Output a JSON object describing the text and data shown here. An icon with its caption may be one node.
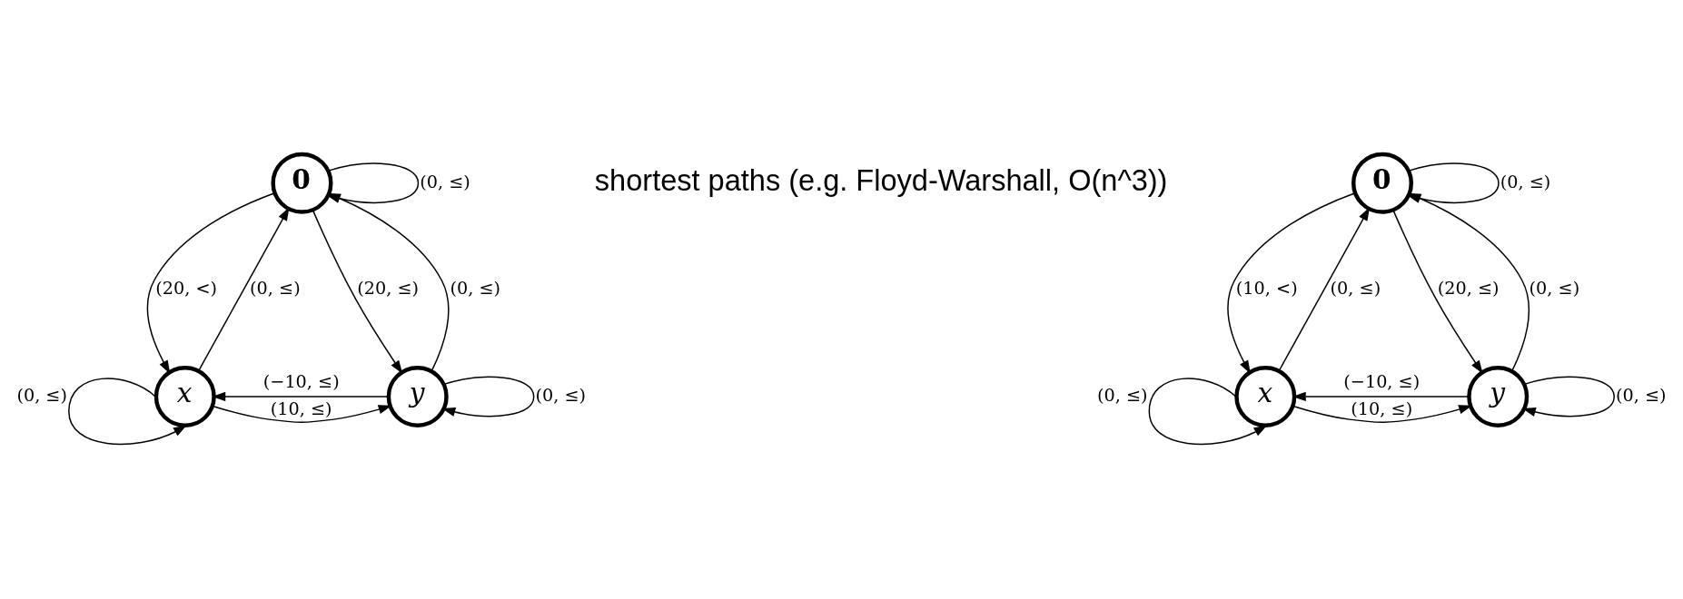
{
  "diagram": {
    "nodes": [
      {
        "text": [
          "0"
        ]
      },
      {
        "text": [
          "x"
        ]
      },
      {
        "text": [
          "y"
        ]
      },
      {
        "text": [
          "0"
        ]
      },
      {
        "text": [
          "x"
        ]
      },
      {
        "text": [
          "y"
        ]
      }
    ],
    "edges": [
      {
        "from": 0,
        "to": 0,
        "arrow": "to",
        "label": "(0, ≤)"
      },
      {
        "from": 1,
        "to": 0,
        "arrow": "to",
        "label": "(0, ≤)"
      },
      {
        "from": 0,
        "to": 1,
        "arrow": "to",
        "label": "(20, <)"
      },
      {
        "from": 2,
        "to": 0,
        "arrow": "to",
        "label": "(0, ≤)"
      },
      {
        "from": 0,
        "to": 2,
        "arrow": "to",
        "label": "(20, ≤)"
      },
      {
        "from": 1,
        "to": 1,
        "arrow": "to",
        "label": "(0, ≤)"
      },
      {
        "from": 1,
        "to": 2,
        "arrow": "to",
        "label": "(10, ≤)"
      },
      {
        "from": 2,
        "to": 1,
        "arrow": "to",
        "label": "(−10, ≤)"
      },
      {
        "from": 2,
        "to": 2,
        "arrow": "to",
        "label": "(0, ≤)"
      },
      {
        "from": 3,
        "to": 3,
        "arrow": "to",
        "label": "(0, ≤)"
      },
      {
        "from": 4,
        "to": 3,
        "arrow": "to",
        "label": "(0, ≤)"
      },
      {
        "from": 3,
        "to": 4,
        "arrow": "to",
        "label": "(10, <)"
      },
      {
        "from": 5,
        "to": 3,
        "arrow": "to",
        "label": "(0, ≤)"
      },
      {
        "from": 3,
        "to": 5,
        "arrow": "to",
        "label": "(20, ≤)"
      },
      {
        "from": 4,
        "to": 4,
        "arrow": "to",
        "label": "(0, ≤)"
      },
      {
        "from": 4,
        "to": 5,
        "arrow": "to",
        "label": "(10, ≤)"
      },
      {
        "from": 5,
        "to": 4,
        "arrow": "to",
        "label": "(−10, ≤)"
      },
      {
        "from": 5,
        "to": 5,
        "arrow": "to",
        "label": "(0, ≤)"
      }
    ],
    "labels": [
      "shortest paths (e.g. Floyd-Warshall, O(n^3))"
    ]
  }
}
